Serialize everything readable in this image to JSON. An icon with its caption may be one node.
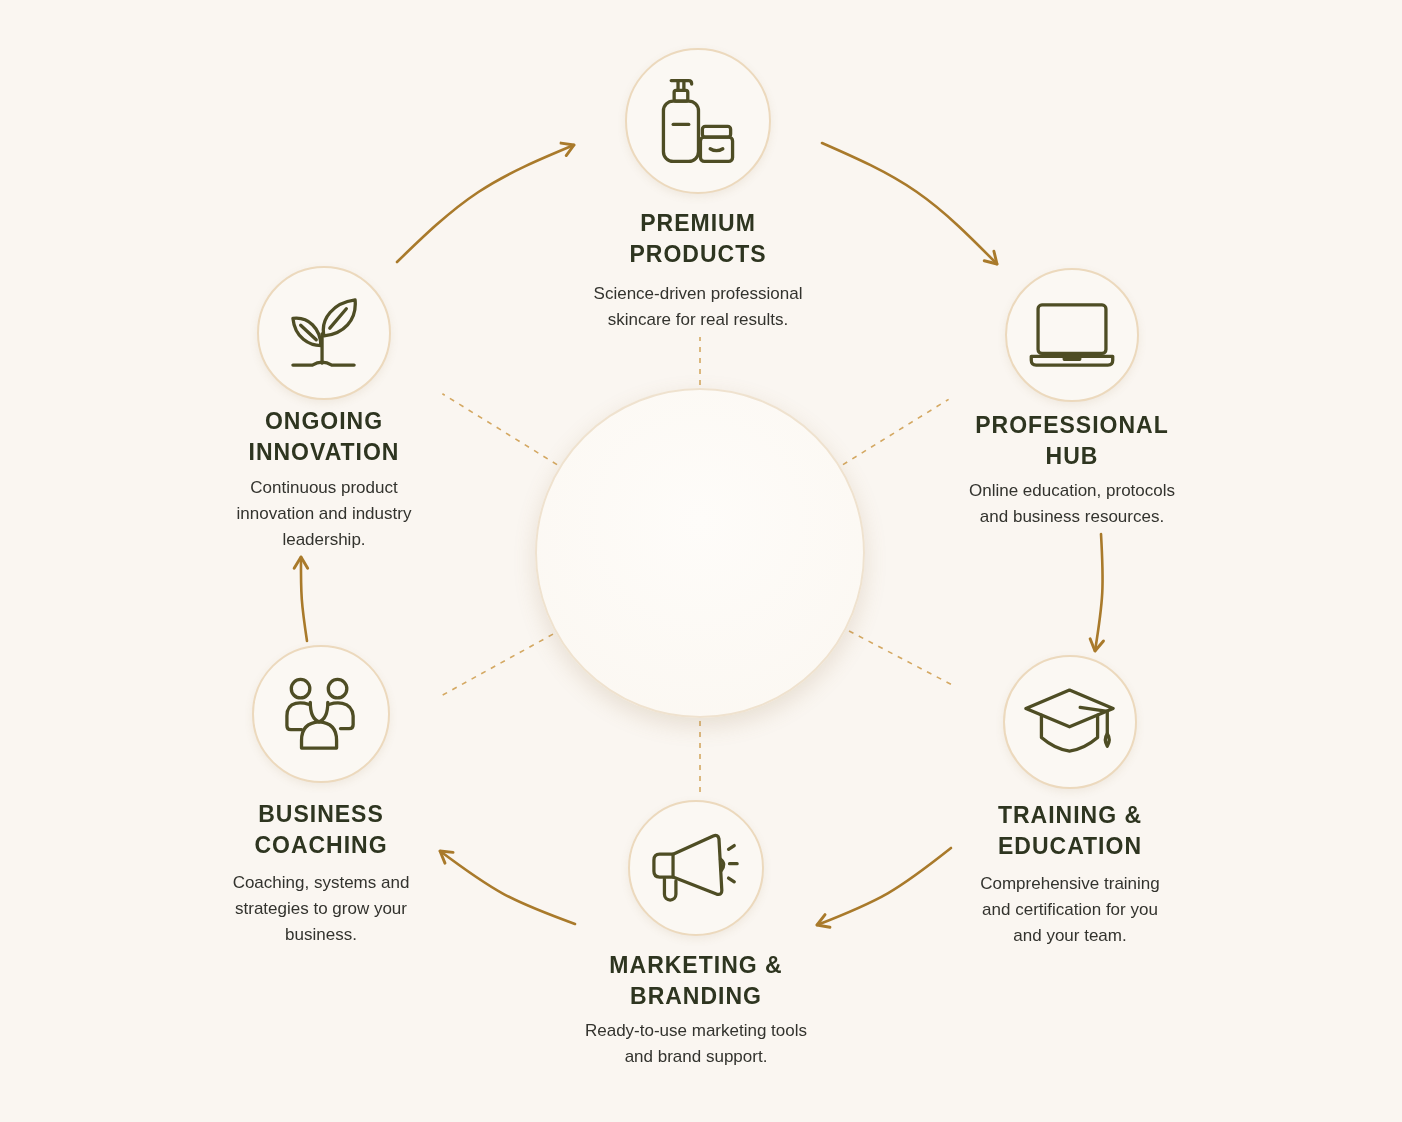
{
  "diagram": {
    "nodes": [
      {
        "text": [],
        "shape": "circle"
      },
      {
        "text": [
          "PREMIUM PRODUCTS",
          "Science-driven professional skincare for real results."
        ]
      },
      {
        "text": [
          "PROFESSIONAL HUB",
          "Online education, protocols and business resources."
        ]
      },
      {
        "text": [
          "TRAINING & EDUCATION",
          "Comprehensive training and certification for you and your team."
        ]
      },
      {
        "text": [
          "MARKETING & BRANDING",
          "Ready-to-use marketing tools and brand support."
        ]
      },
      {
        "text": [
          "BUSINESS COACHING",
          "Coaching, systems and strategies to grow your business."
        ]
      },
      {
        "text": [
          "ONGOING INNOVATION",
          "Continuous product innovation and industry leadership."
        ]
      }
    ],
    "edges": [
      {
        "from": 1,
        "to": 2,
        "arrow": "to"
      },
      {
        "from": 2,
        "to": 3,
        "arrow": "to"
      },
      {
        "from": 3,
        "to": 4,
        "arrow": "to"
      },
      {
        "from": 4,
        "to": 5,
        "arrow": "to"
      },
      {
        "from": 5,
        "to": 6,
        "arrow": "to"
      },
      {
        "from": 6,
        "to": 1,
        "arrow": "to"
      },
      {
        "from": 0,
        "to": 1,
        "arrow": "none",
        "style": "dashed",
        "color": "#d4a862"
      },
      {
        "from": 0,
        "to": 2,
        "arrow": "none",
        "style": "dashed",
        "color": "#d4a862"
      },
      {
        "from": 0,
        "to": 3,
        "arrow": "none",
        "style": "dashed",
        "color": "#d4a862"
      },
      {
        "from": 0,
        "to": 4,
        "arrow": "none",
        "style": "dashed",
        "color": "#d4a862"
      },
      {
        "from": 0,
        "to": 5,
        "arrow": "none",
        "style": "dashed",
        "color": "#d4a862"
      },
      {
        "from": 0,
        "to": 6,
        "arrow": "none",
        "style": "dashed",
        "color": "#d4a862"
      }
    ]
  }
}
